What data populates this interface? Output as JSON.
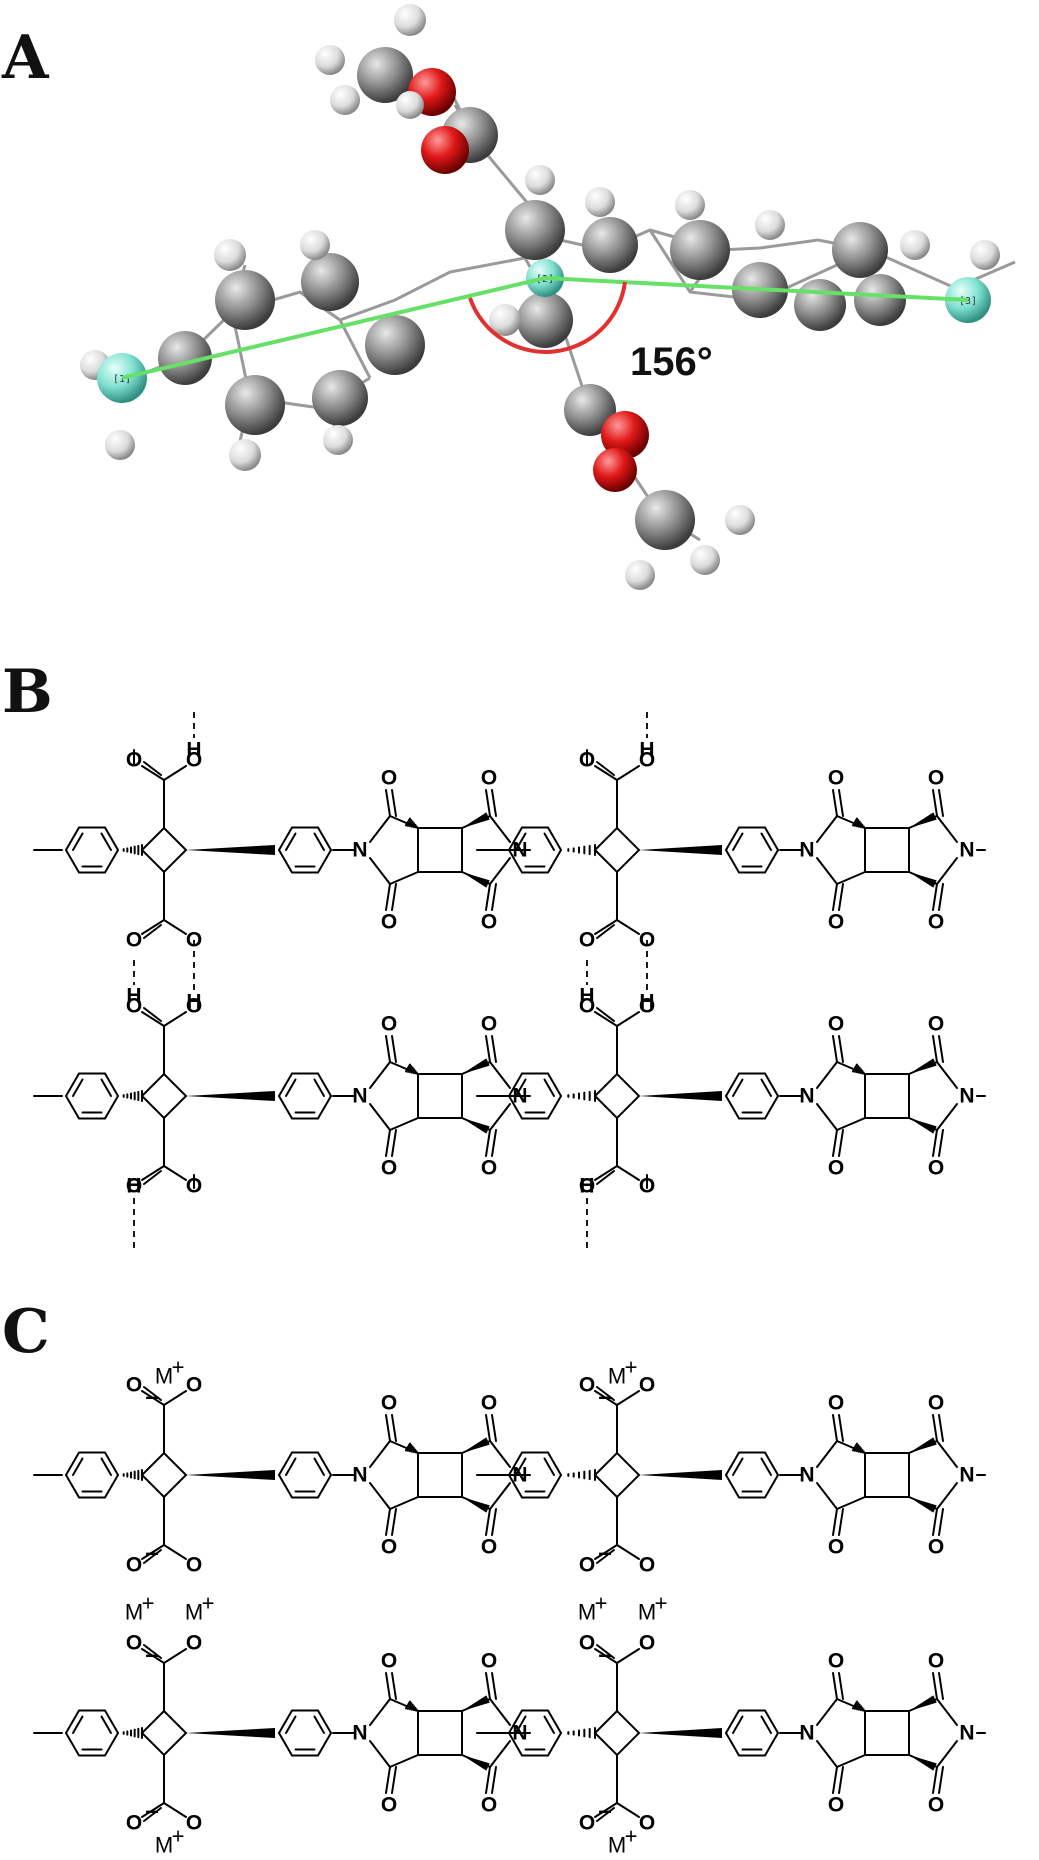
{
  "panels": {
    "A": {
      "label": "A",
      "angle_label": "156°",
      "atom_markers": [
        "[1]",
        "[2]",
        "[3]"
      ]
    },
    "B": {
      "label": "B"
    },
    "C": {
      "label": "C"
    }
  },
  "atoms": {
    "nitrogen": "N",
    "oxygen": "O",
    "hydrogen": "H",
    "metal": "M",
    "charge_plus": "+",
    "charge_minus": "–"
  },
  "colors": {
    "carbon": "#8a8a8a",
    "oxygen": "#e01818",
    "hydrogen": "#e6e6e6",
    "nitrogen": "#7fe0d0",
    "angle_line": "#66e066",
    "angle_arc": "#e23030"
  }
}
